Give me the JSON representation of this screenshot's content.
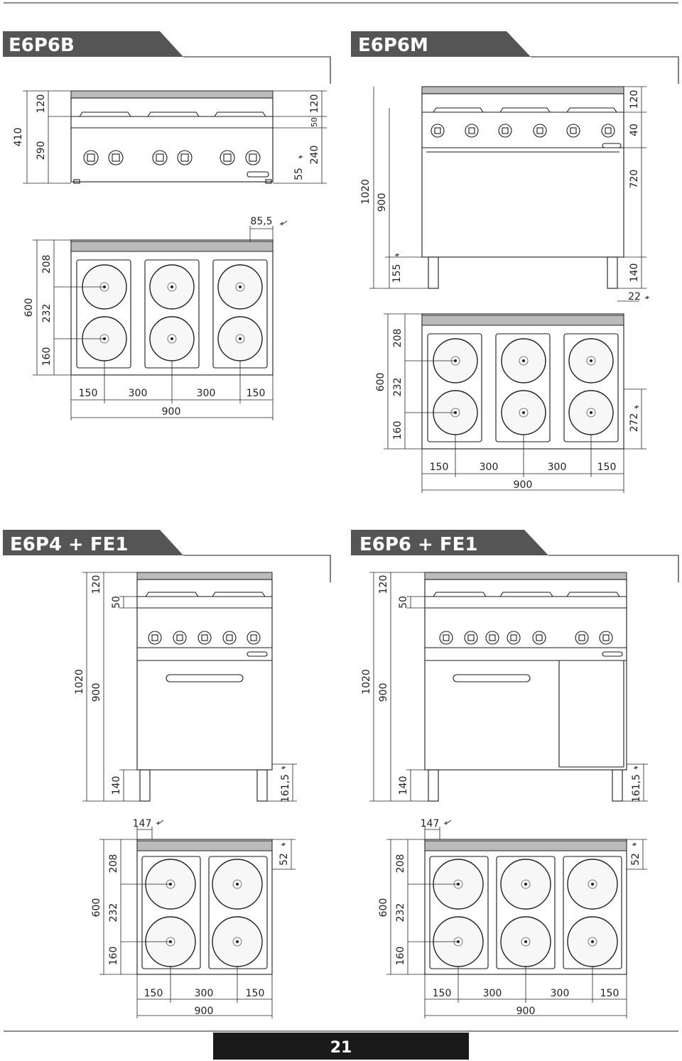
{
  "sections": [
    {
      "title": "E6P6B",
      "dims": {
        "h_total": "410",
        "h_top": "120",
        "h_front": "290",
        "r_top": "120",
        "r_mid": "50",
        "r_front": "240",
        "side": "55",
        "offset": "85,5",
        "d_total": "600",
        "d_back": "208",
        "d_mid": "232",
        "d_front": "160",
        "w1": "150",
        "w2": "300",
        "w3": "300",
        "w4": "150",
        "w_total": "900"
      }
    },
    {
      "title": "E6P6M",
      "dims": {
        "h_total": "1020",
        "h_body": "900",
        "feet": "155",
        "r_top": "120",
        "r_mid": "40",
        "r_body": "720",
        "r_feet": "140",
        "side": "22",
        "d_total": "600",
        "d_back": "208",
        "d_mid": "232",
        "d_front": "160",
        "r_side": "272",
        "w1": "150",
        "w2": "300",
        "w3": "300",
        "w4": "150",
        "w_total": "900"
      }
    },
    {
      "title": "E6P4 + FE1",
      "dims": {
        "h_total": "1020",
        "h_top": "120",
        "h_body": "900",
        "h_mid": "50",
        "h_feet": "140",
        "r_side": "161,5",
        "offset": "147",
        "r_top": "52",
        "d_total": "600",
        "d_back": "208",
        "d_mid": "232",
        "d_front": "160",
        "w1": "150",
        "w2": "300",
        "w3": "150",
        "w_total": "900"
      }
    },
    {
      "title": "E6P6 + FE1",
      "dims": {
        "h_total": "1020",
        "h_top": "120",
        "h_body": "900",
        "h_mid": "50",
        "h_feet": "140",
        "r_side": "161,5",
        "offset": "147",
        "r_top": "52",
        "d_total": "600",
        "d_back": "208",
        "d_mid": "232",
        "d_front": "160",
        "w1": "150",
        "w2": "300",
        "w3": "300",
        "w4": "150",
        "w_total": "900"
      }
    }
  ],
  "page_number": "21"
}
